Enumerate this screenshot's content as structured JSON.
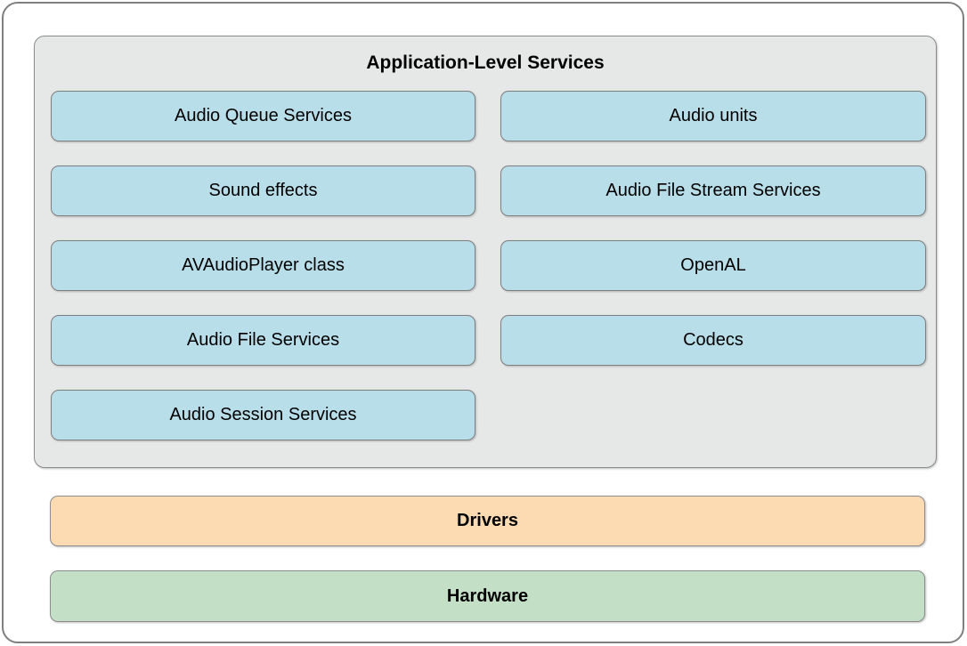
{
  "application_services": {
    "title": "Application-Level Services",
    "left_column": [
      "Audio Queue Services",
      "Sound effects",
      "AVAudioPlayer class",
      "Audio File Services",
      "Audio Session Services"
    ],
    "right_column": [
      "Audio units",
      "Audio File Stream Services",
      "OpenAL",
      "Codecs"
    ]
  },
  "layers": {
    "drivers": {
      "label": "Drivers"
    },
    "hardware": {
      "label": "Hardware"
    }
  },
  "colors": {
    "service_box_fill": "#b8dee9",
    "services_container_fill": "#e6e8e7",
    "drivers_fill": "#fcdbb2",
    "hardware_fill": "#c3e0c6",
    "box_border": "#8c8c8c",
    "frame_border": "#7f7f7f",
    "text": "#000000"
  }
}
